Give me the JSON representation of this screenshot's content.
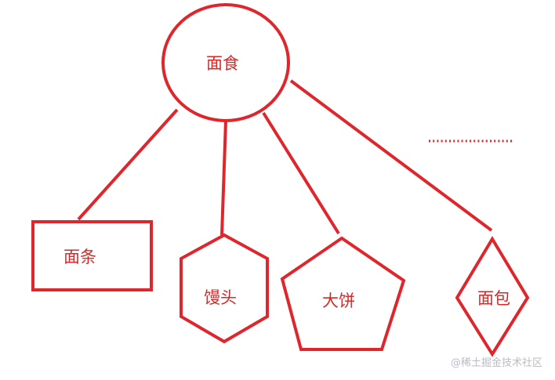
{
  "diagram": {
    "root": {
      "label": "面食"
    },
    "children": [
      {
        "label": "面条"
      },
      {
        "label": "馒头"
      },
      {
        "label": "大饼"
      },
      {
        "label": "面包"
      }
    ],
    "colors": {
      "stroke": "#e0262d",
      "text": "#d42a2a"
    }
  },
  "watermark": {
    "text": "@稀土掘金技术社区"
  }
}
